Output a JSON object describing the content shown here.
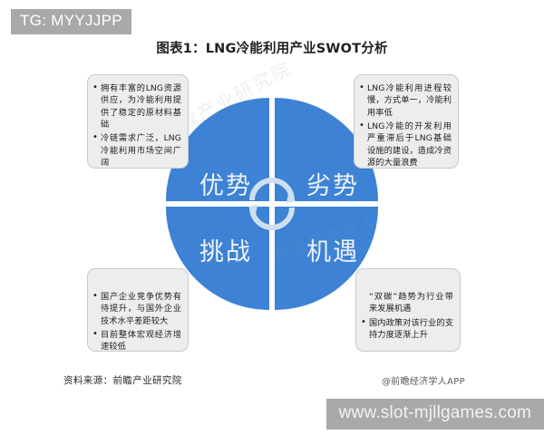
{
  "overlay": {
    "tg_banner": "TG: MYYJJPP",
    "site_watermark": "www.slot-mjllgames.com",
    "bg_watermark": "前瞻产业研究院",
    "bg_watermark2": "前瞻经济学人"
  },
  "chart": {
    "title": "图表1：LNG冷能利用产业SWOT分析",
    "source_note": "资料来源：前瞻产业研究院",
    "app_credit": "@前瞻经济学人APP",
    "colors": {
      "quadrant_blue": "#3d82d4",
      "quadrant_label": "#eef3fb",
      "callout_bg": "#eceded",
      "callout_border": "#c8cacc",
      "banner_gray": "#a9a9a9"
    }
  },
  "chart_data": {
    "type": "table",
    "title": "图表1：LNG冷能利用产业SWOT分析",
    "layout": "2x2 SWOT quadrant wheel with four callout boxes",
    "center_icon": "cycle-arrows-icon",
    "quadrants": [
      {
        "key": "strengths",
        "label": "优势",
        "position": "top-left",
        "items": [
          "拥有丰富的LNG资源供应，为冷能利用提供了稳定的原材料基础",
          "冷链需求广泛，LNG冷能利用市场空间广阔"
        ]
      },
      {
        "key": "weaknesses",
        "label": "劣势",
        "position": "top-right",
        "items": [
          "LNG冷能利用进程较慢，方式单一，冷能利用率低",
          "LNG冷能的开发利用严重滞后于LNG基础设施的建设，造成冷资源的大量浪费"
        ]
      },
      {
        "key": "challenges",
        "label": "挑战",
        "position": "bottom-left",
        "items": [
          "国产企业竞争优势有待提升，与国外企业技术水平差距较大",
          "目前整体宏观经济增速较低"
        ]
      },
      {
        "key": "opportunities",
        "label": "机遇",
        "position": "bottom-right",
        "items": [
          "“双碳”趋势为行业带来发展机遇",
          "国内政策对该行业的支持力度逐渐上升"
        ]
      }
    ]
  }
}
